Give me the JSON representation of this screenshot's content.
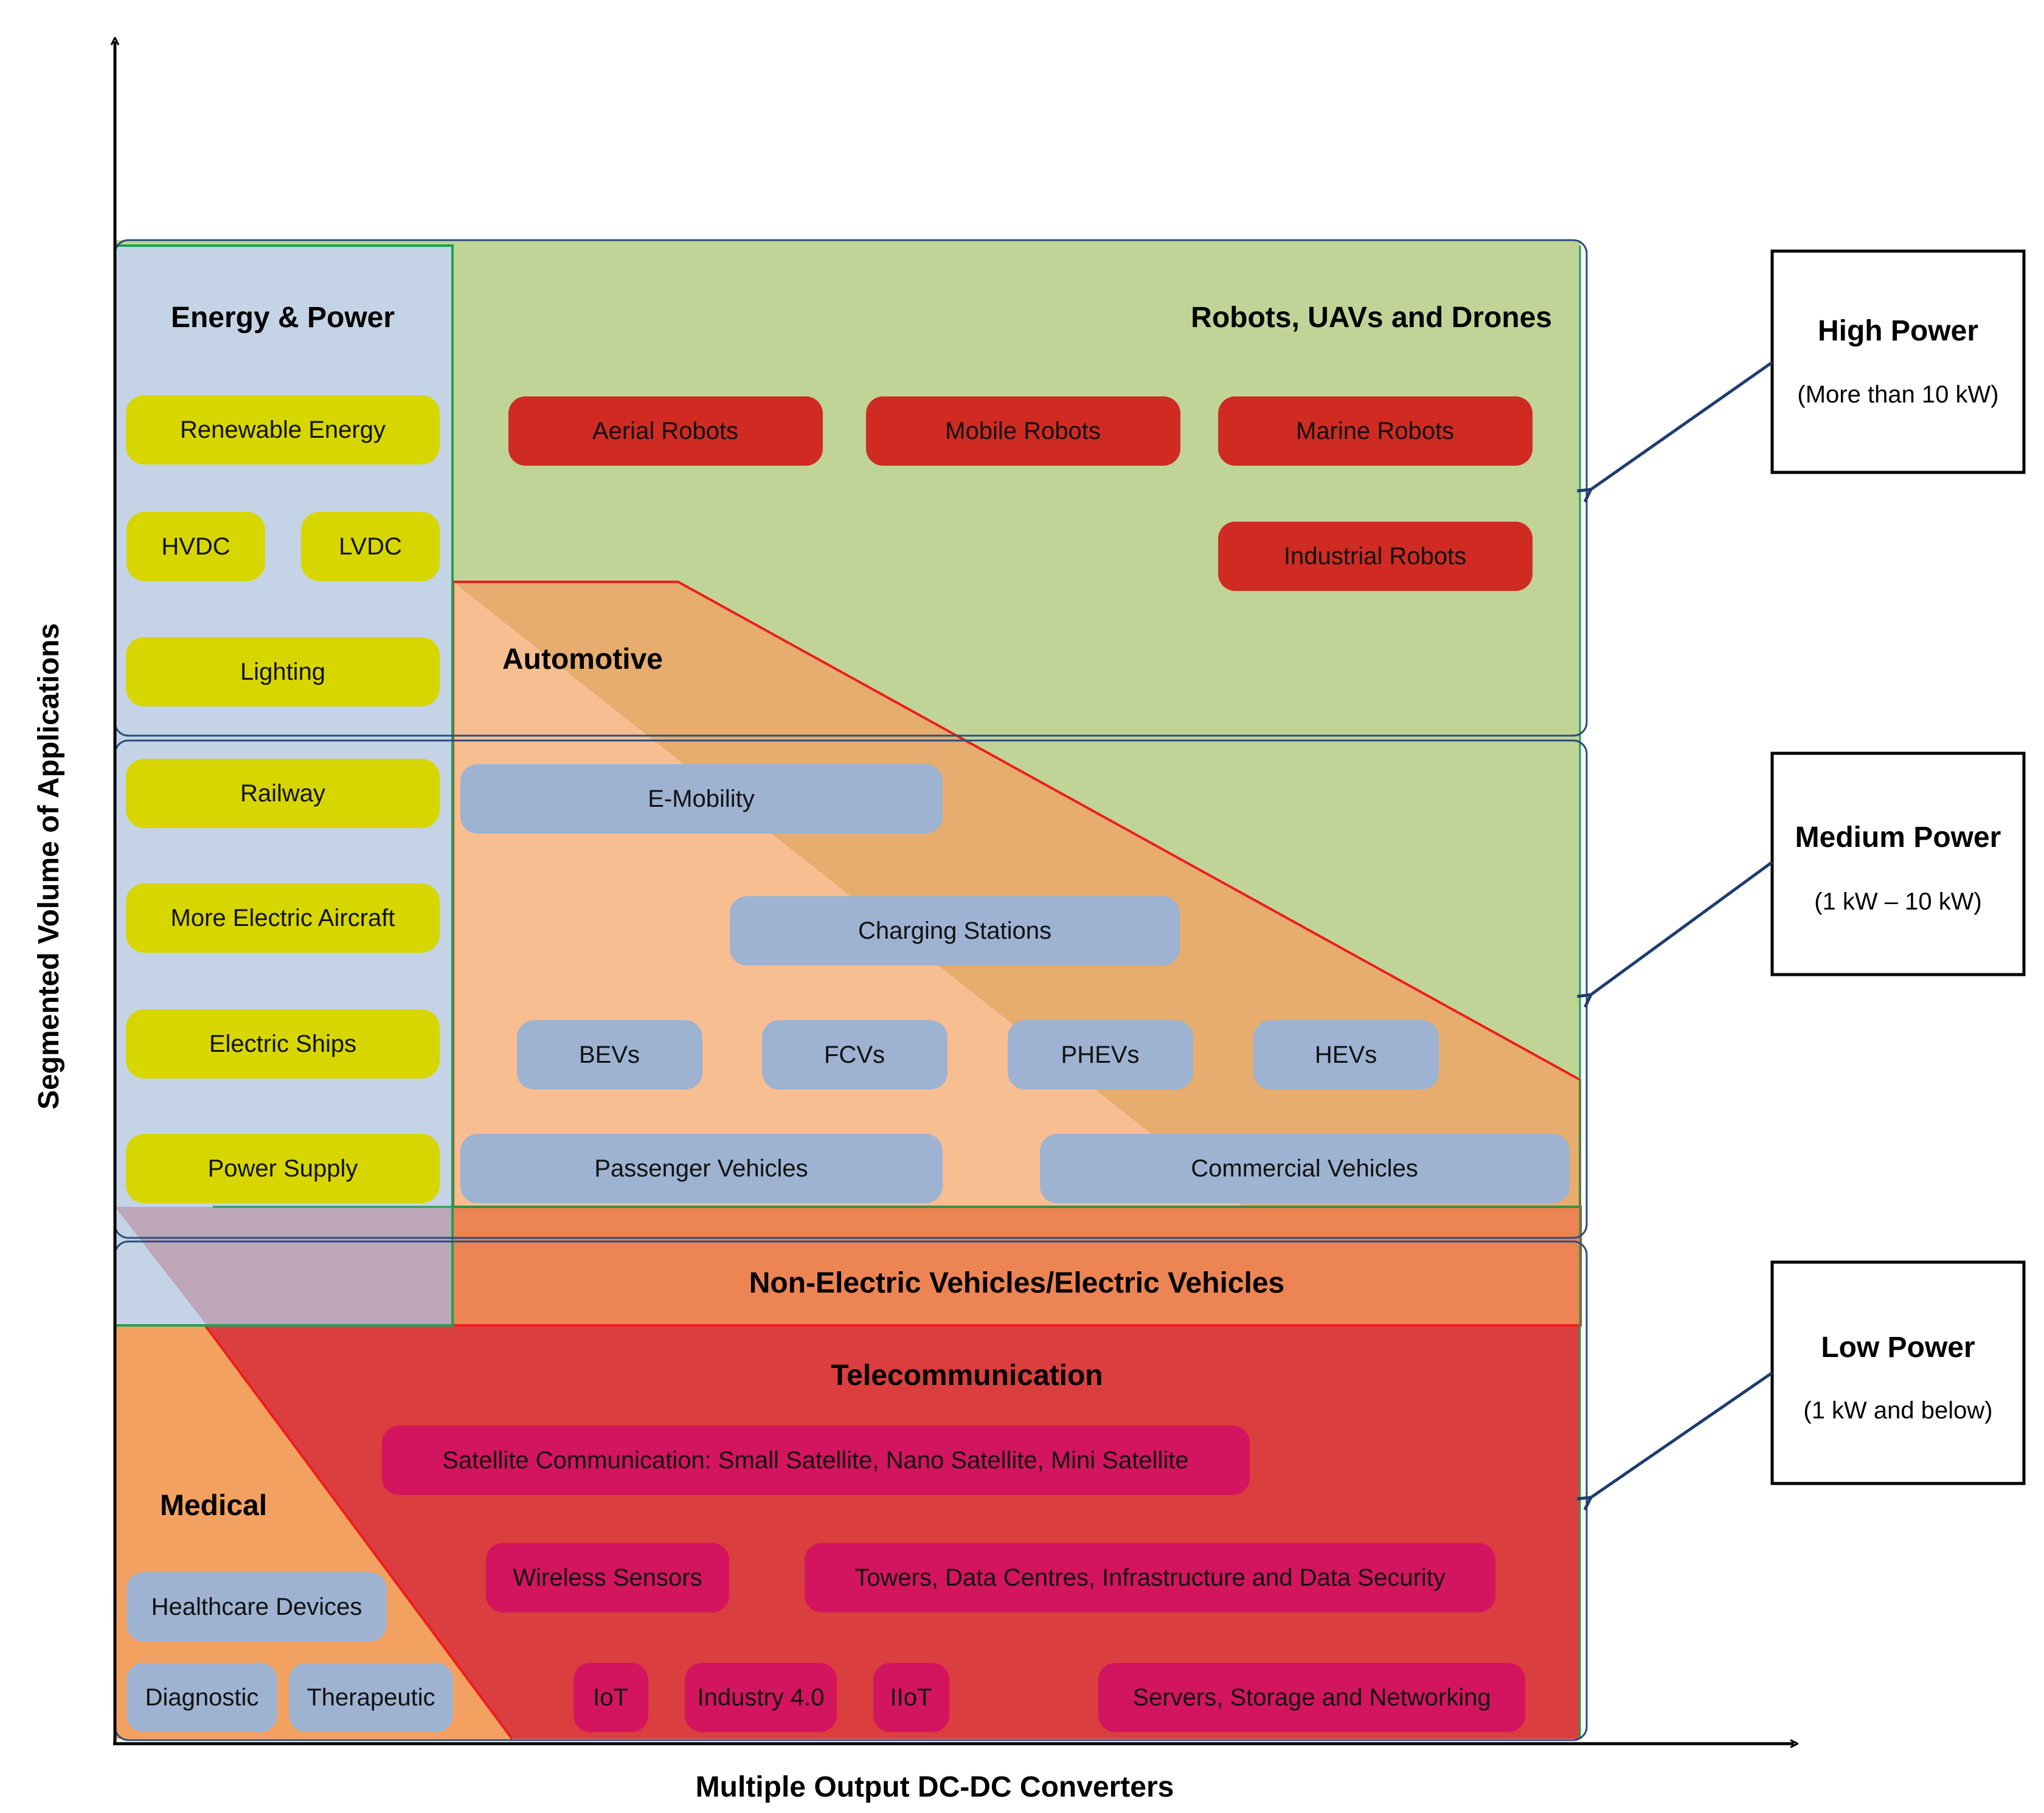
{
  "axes": {
    "x_label": "Multiple Output DC-DC Converters",
    "y_label": "Segmented Volume of Applications"
  },
  "power_levels": [
    {
      "title": "High Power",
      "subtitle": "(More than 10 kW)"
    },
    {
      "title": "Medium Power",
      "subtitle": "(1 kW – 10 kW)"
    },
    {
      "title": "Low Power",
      "subtitle": "(1 kW and below)"
    }
  ],
  "regions": {
    "energy_power": {
      "title": "Energy & Power",
      "items": [
        "Renewable Energy",
        "HVDC",
        "LVDC",
        "Lighting",
        "Railway",
        "More Electric Aircraft",
        "Electric Ships",
        "Power Supply"
      ]
    },
    "robots": {
      "title": "Robots, UAVs and Drones",
      "items": [
        "Aerial Robots",
        "Mobile Robots",
        "Marine Robots",
        "Industrial Robots"
      ]
    },
    "automotive": {
      "title": "Automotive",
      "items": [
        "E-Mobility",
        "Charging Stations",
        "BEVs",
        "FCVs",
        "PHEVs",
        "HEVs",
        "Passenger Vehicles",
        "Commercial Vehicles"
      ]
    },
    "vehicles_band": {
      "title": "Non-Electric Vehicles/Electric Vehicles"
    },
    "telecom": {
      "title": "Telecommunication",
      "items": [
        "Satellite Communication: Small Satellite, Nano Satellite, Mini Satellite",
        "Wireless Sensors",
        "Towers, Data Centres, Infrastructure and Data Security",
        "IoT",
        "Industry 4.0",
        "IIoT",
        "Servers, Storage and Networking"
      ]
    },
    "medical": {
      "title": "Medical",
      "items": [
        "Healthcare Devices",
        "Diagnostic",
        "Therapeutic"
      ]
    }
  },
  "colors": {
    "energy_bg": "#c4d4e6",
    "robots_bg": "#c0d497",
    "automotive_bg": "#f7be92",
    "automotive_band": "#e6ad6e",
    "vehicles_band": "#ec8454",
    "telecom_bg": "#db3e3e",
    "medical_bg": "#f3a160",
    "yellow_pill": "#d7d600",
    "red_pill": "#cf2b22",
    "blue_pill": "#9db3d1",
    "magenta_pill": "#d3145e",
    "arrow": "#1f3d6e"
  }
}
